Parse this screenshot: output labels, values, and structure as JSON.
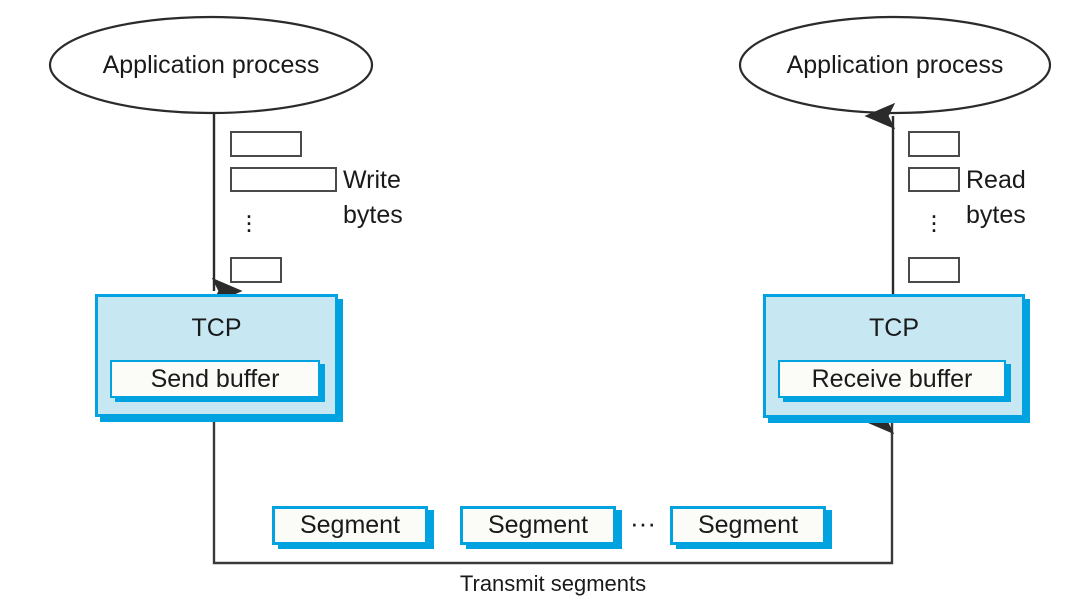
{
  "diagram": {
    "title_alt": "TCP byte-stream transmission between two application processes",
    "colors": {
      "accent_cyan": "#00a2e0",
      "tcp_fill": "#c7e7f2",
      "box_stroke": "#4a4a4a",
      "text": "#1a1a1a",
      "background": "#ffffff"
    }
  },
  "left": {
    "process_label": "Application process",
    "tcp_label": "TCP",
    "buffer_label": "Send buffer",
    "bytes_label_line1": "Write",
    "bytes_label_line2": "bytes",
    "vertical_ellipsis": "⋮"
  },
  "right": {
    "process_label": "Application process",
    "tcp_label": "TCP",
    "buffer_label": "Receive buffer",
    "bytes_label_line1": "Read",
    "bytes_label_line2": "bytes",
    "vertical_ellipsis": "⋮"
  },
  "segments": {
    "items": [
      {
        "label": "Segment"
      },
      {
        "label": "Segment"
      },
      {
        "label": "Segment"
      }
    ],
    "horizontal_ellipsis": "···",
    "transmit_label": "Transmit segments"
  }
}
